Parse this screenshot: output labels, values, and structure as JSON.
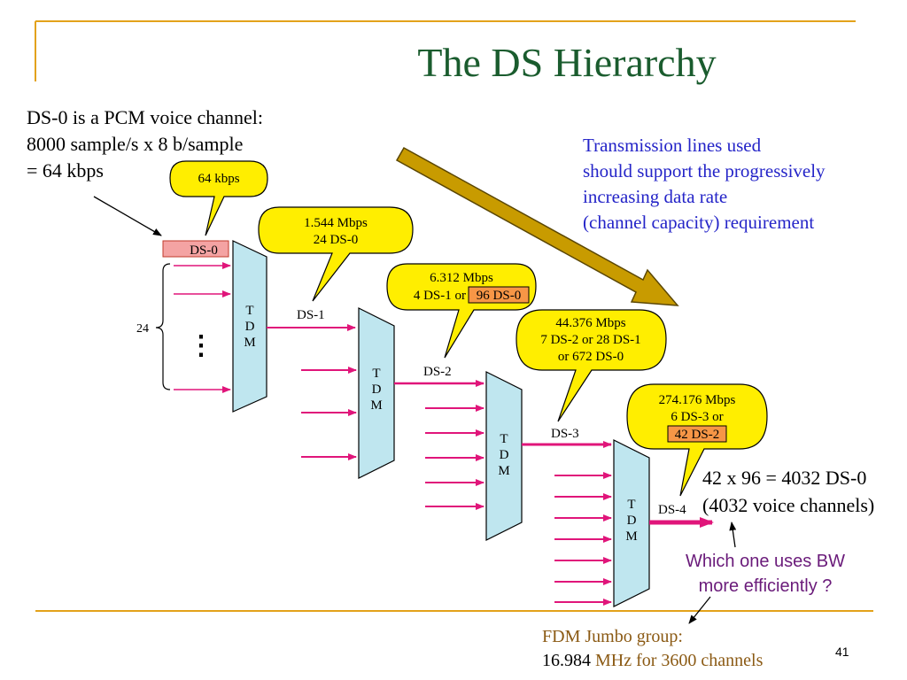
{
  "title": "The DS Hierarchy",
  "intro": {
    "line1": "DS-0 is a PCM voice channel:",
    "line2": "8000 sample/s x 8 b/sample",
    "line3": "= 64 kbps"
  },
  "transmission_note": {
    "line1": "Transmission lines used",
    "line2": "should support the progressively",
    "line3": "increasing data rate",
    "line4": "(channel capacity) requirement"
  },
  "bubbles": {
    "ds0": {
      "line1": "64 kbps"
    },
    "ds1": {
      "line1": "1.544 Mbps",
      "line2": "24 DS-0"
    },
    "ds2": {
      "line1": "6.312 Mbps",
      "line2_prefix": "4 DS-1 or",
      "line2_highlight": "96 DS-0"
    },
    "ds3": {
      "line1": "44.376 Mbps",
      "line2": "7 DS-2 or 28 DS-1",
      "line3": "or 672 DS-0"
    },
    "ds4": {
      "line1": "274.176 Mbps",
      "line2": "6 DS-3 or",
      "line3_highlight": "42 DS-2"
    }
  },
  "labels": {
    "ds0": "DS-0",
    "ds1": "DS-1",
    "ds2": "DS-2",
    "ds3": "DS-3",
    "ds4": "DS-4",
    "count": "24",
    "ellipsis": "⋮"
  },
  "mux": {
    "t": "T",
    "d": "D",
    "m": "M"
  },
  "result": {
    "line1": "42 x 96  = 4032 DS-0",
    "line2": "(4032 voice channels)"
  },
  "question": {
    "line1": "Which one uses BW",
    "line2": "more efficiently ?"
  },
  "fdm": {
    "line1": "FDM Jumbo group:",
    "line2_num": "16.984",
    "line2_rest": " MHz for 3600 channels"
  },
  "page_number": "41",
  "colors": {
    "title": "#1a5c2e",
    "accent_rule": "#e3a21a",
    "bubble_fill": "#ffee00",
    "mux_fill": "#bfe6ef",
    "signal": "#e0157a",
    "highlight": "#f79646",
    "ds0_box": "#f4a3a3",
    "note_blue": "#2424c8",
    "question_purple": "#6a1b7a",
    "fdm_brown": "#8b5a14",
    "big_arrow": "#c89b00"
  }
}
